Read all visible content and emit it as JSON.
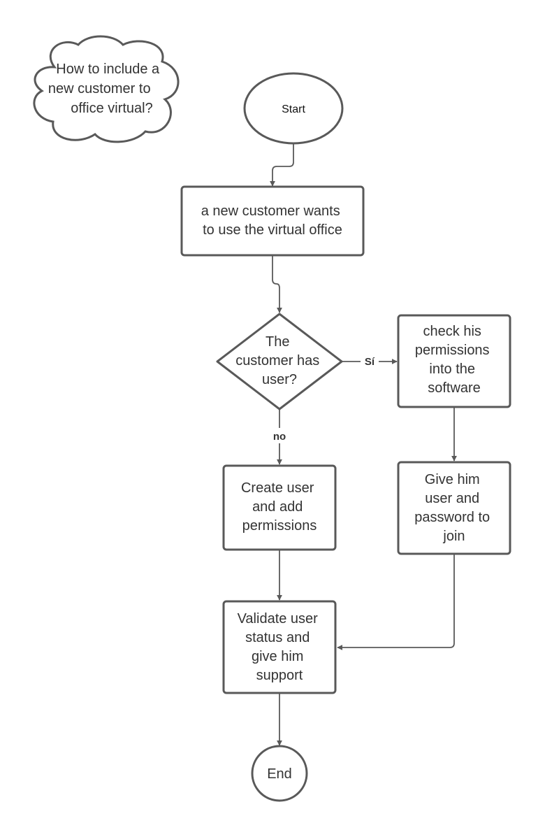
{
  "cloud_note": {
    "lines": [
      "How to include a",
      "new customer to",
      "office virtual?"
    ]
  },
  "nodes": {
    "start": {
      "lines": [
        "Start"
      ]
    },
    "new_customer": {
      "lines": [
        "a new customer wants",
        "to use the virtual office"
      ]
    },
    "has_user": {
      "lines": [
        "The",
        "customer has",
        "user?"
      ]
    },
    "check_permissions": {
      "lines": [
        "check his",
        "permissions",
        "into the",
        "software"
      ]
    },
    "give_credentials": {
      "lines": [
        "Give him",
        "user and",
        "password to",
        "join"
      ]
    },
    "create_user": {
      "lines": [
        "Create user",
        "and add",
        "permissions"
      ]
    },
    "validate": {
      "lines": [
        "Validate user",
        "status and",
        "give him",
        "support"
      ]
    },
    "end": {
      "lines": [
        "End"
      ]
    }
  },
  "edges": {
    "yes_label": "Sí",
    "no_label": "no"
  },
  "colors": {
    "stroke": "#595959",
    "text": "#333333",
    "background": "#ffffff"
  }
}
